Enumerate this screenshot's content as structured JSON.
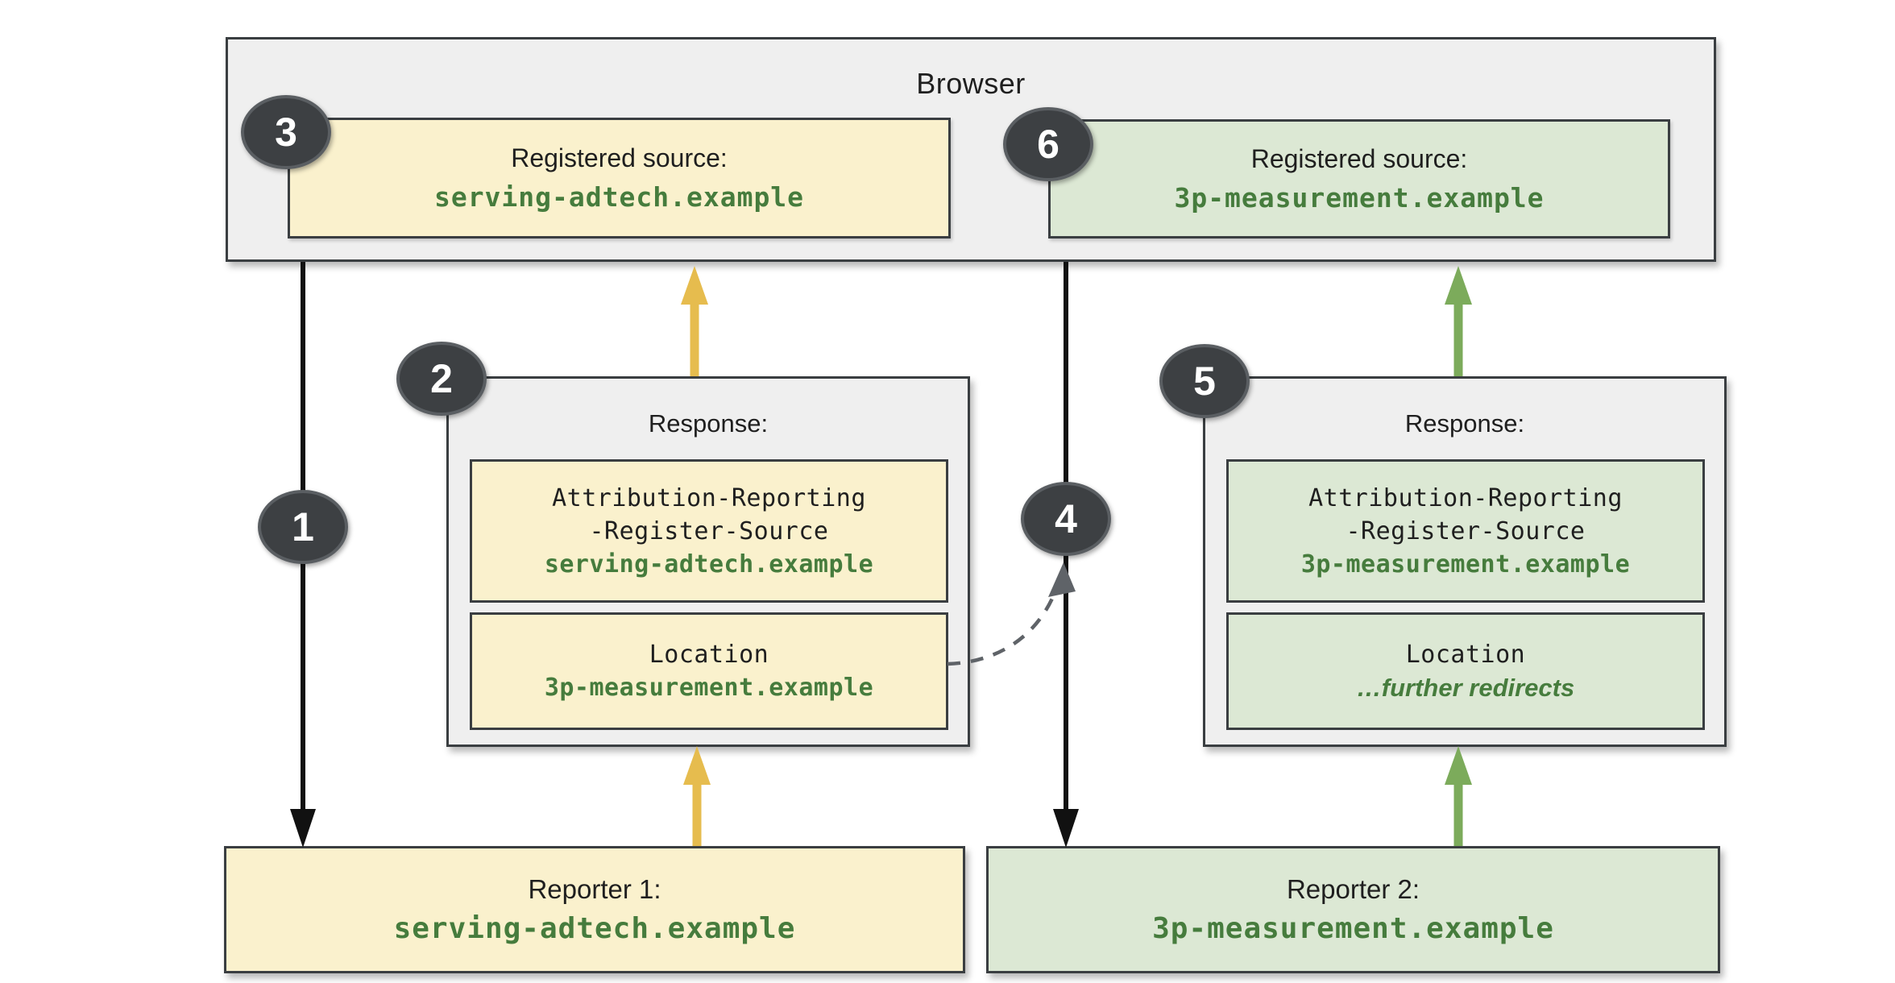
{
  "colors": {
    "canvas": "#ffffff",
    "panel": "#efefef",
    "panelBorder": "#3a3e41",
    "yellow": "#faf1cd",
    "green": "#dce8d4",
    "domainGreen": "#467c3d",
    "gold": "#e6bc4e",
    "arrowGreen": "#7cab5b",
    "arrowBlack": "#111111",
    "dashGray": "#5f6368",
    "badgeFill": "#3d4043",
    "badgeRing": "#5a5e62",
    "badgeText": "#ffffff",
    "text": "#1f1f1f"
  },
  "browser": {
    "title": "Browser",
    "sources": [
      {
        "label": "Registered source:",
        "domain": "serving-adtech.example"
      },
      {
        "label": "Registered source:",
        "domain": "3p-measurement.example"
      }
    ]
  },
  "responses": [
    {
      "title": "Response:",
      "register_header": {
        "lines": [
          "Attribution-Reporting",
          "-Register-Source"
        ],
        "value": "serving-adtech.example"
      },
      "location_header": {
        "name": "Location",
        "value": "3p-measurement.example"
      }
    },
    {
      "title": "Response:",
      "register_header": {
        "lines": [
          "Attribution-Reporting",
          "-Register-Source"
        ],
        "value": "3p-measurement.example"
      },
      "location_header": {
        "name": "Location",
        "value": "…further redirects"
      }
    }
  ],
  "reporters": [
    {
      "label": "Reporter 1:",
      "domain": "serving-adtech.example"
    },
    {
      "label": "Reporter 2:",
      "domain": "3p-measurement.example"
    }
  ],
  "badges": [
    "1",
    "2",
    "3",
    "4",
    "5",
    "6"
  ]
}
